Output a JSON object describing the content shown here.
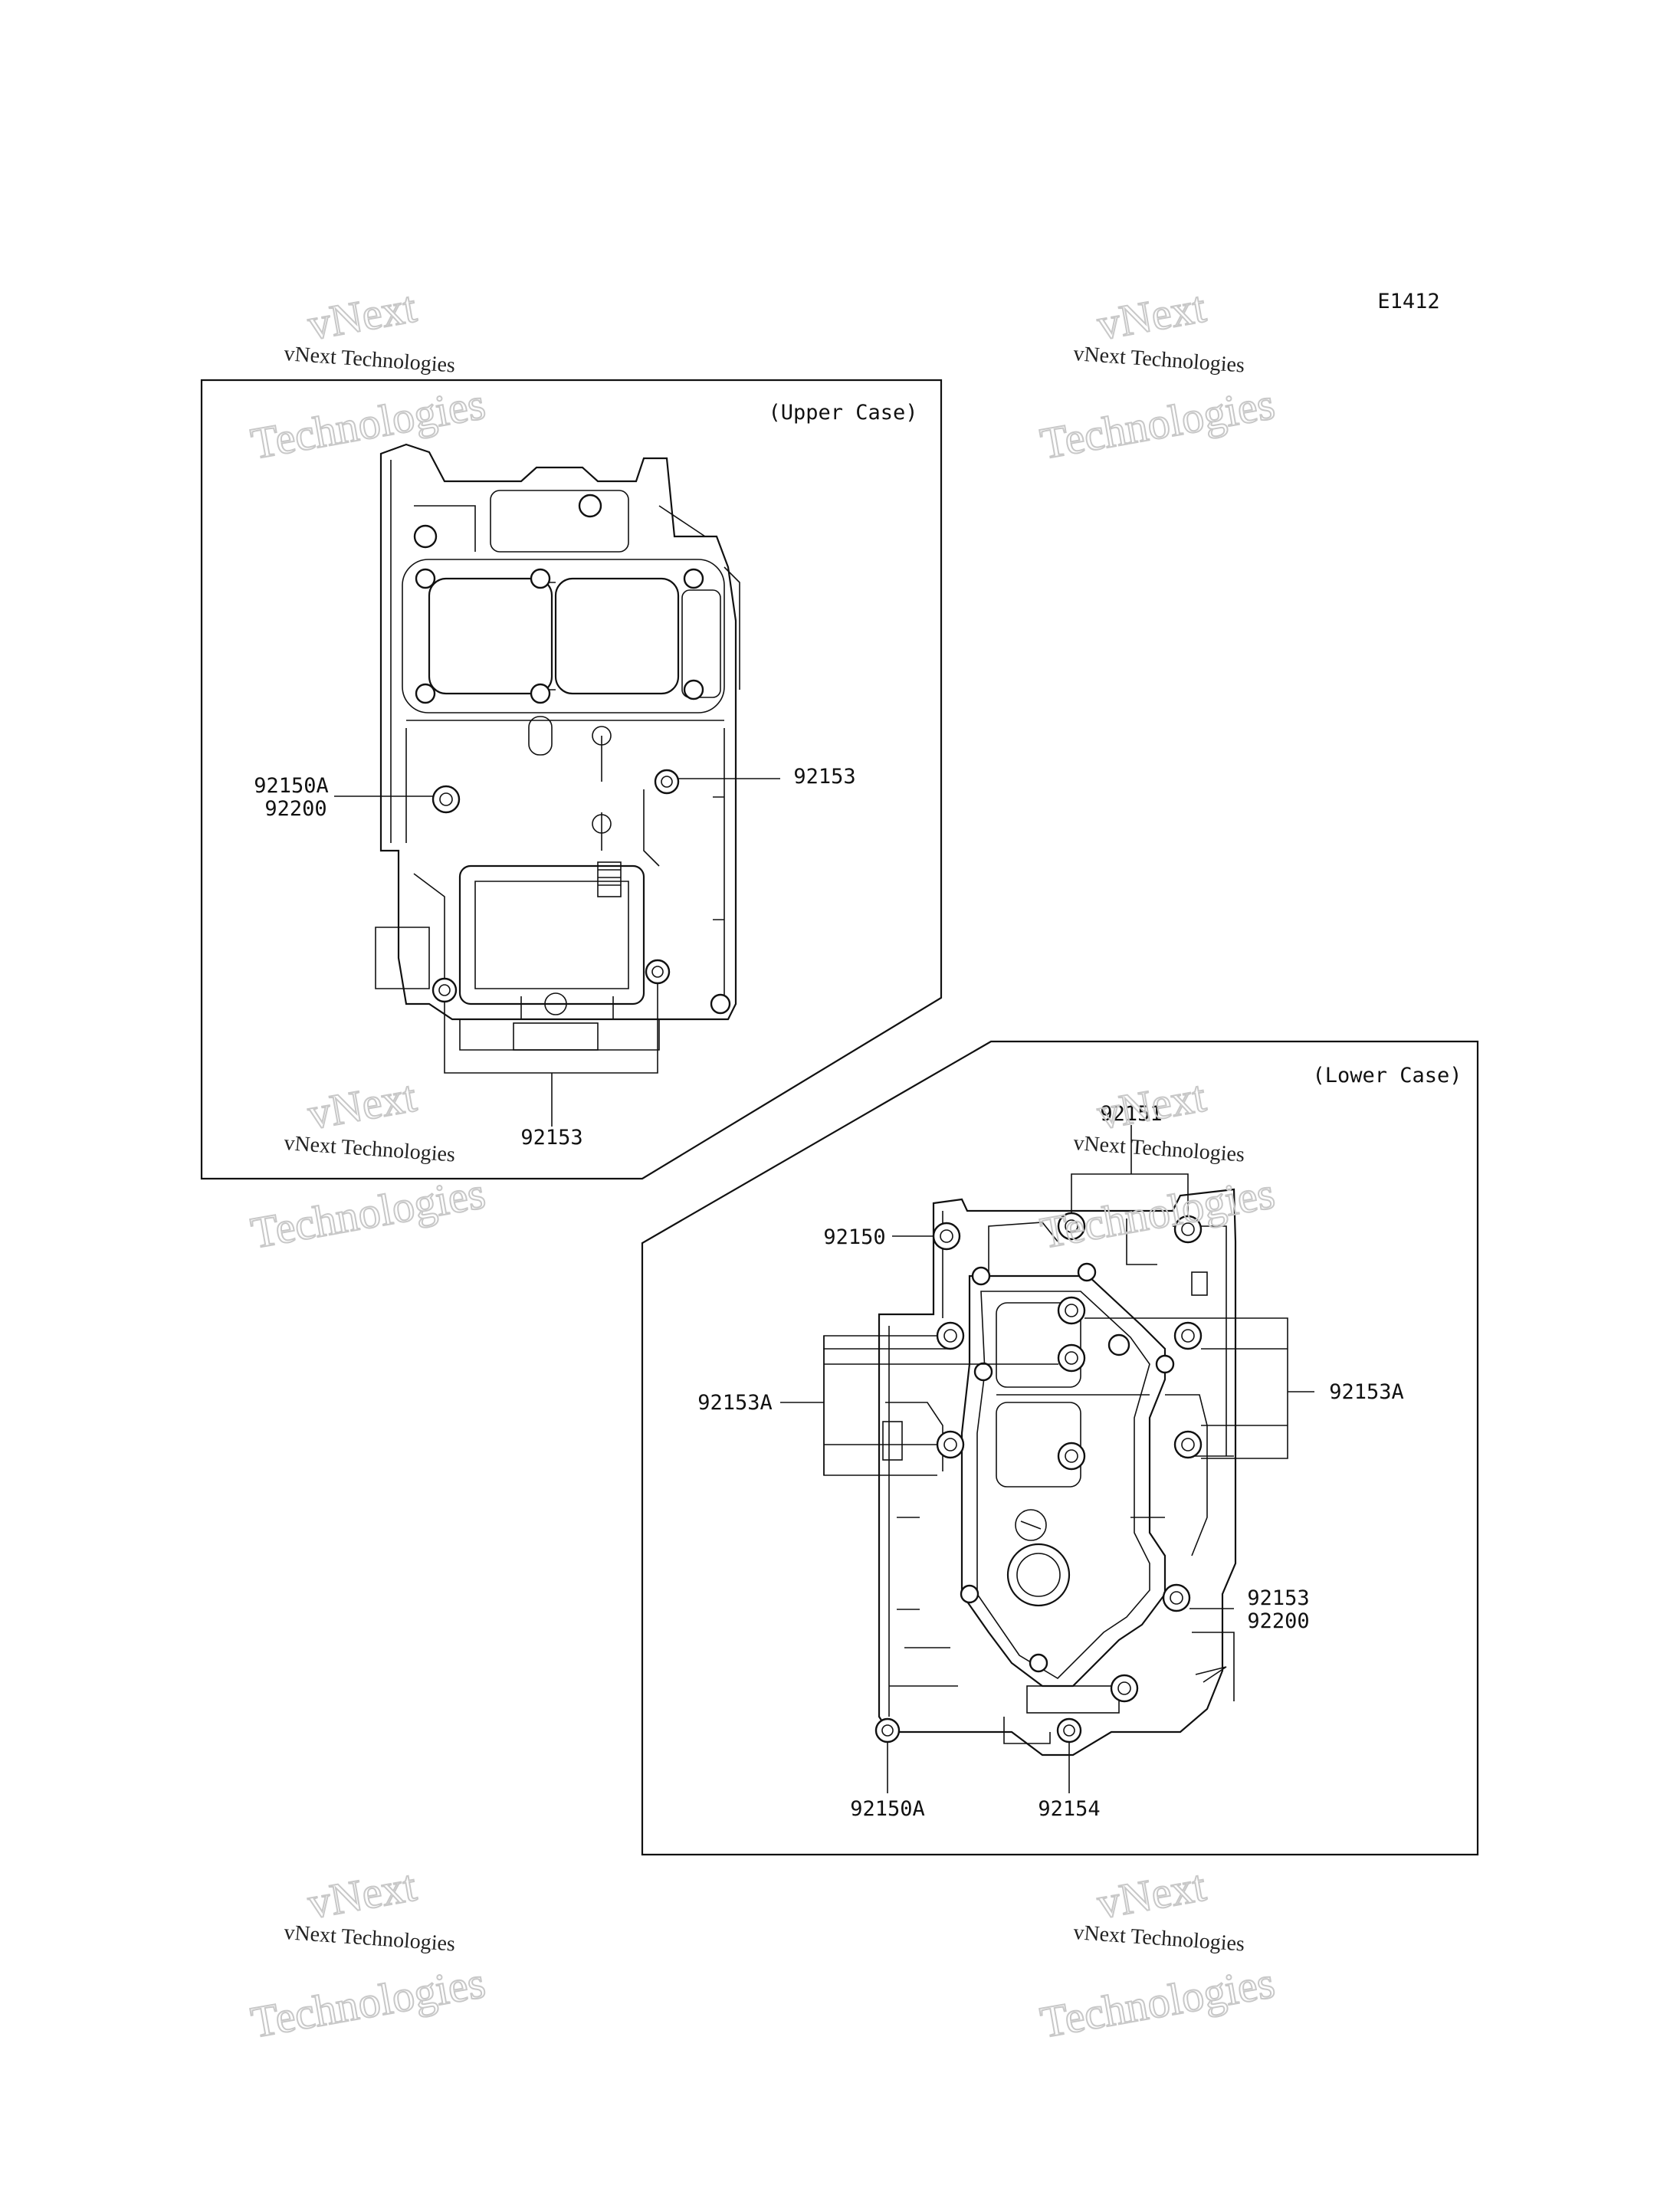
{
  "diagram_code": "E1412",
  "upper": {
    "title": "(Upper Case)",
    "labels": [
      "92150A",
      "92200",
      "92153",
      "92153"
    ]
  },
  "lower": {
    "title": "(Lower Case)",
    "labels": [
      "92151",
      "92150",
      "92153A",
      "92153A",
      "92153",
      "92200",
      "92150A",
      "92154"
    ]
  },
  "watermark": {
    "line1": "vNext",
    "line2": "Technologies",
    "caption": "vNext Technologies"
  }
}
